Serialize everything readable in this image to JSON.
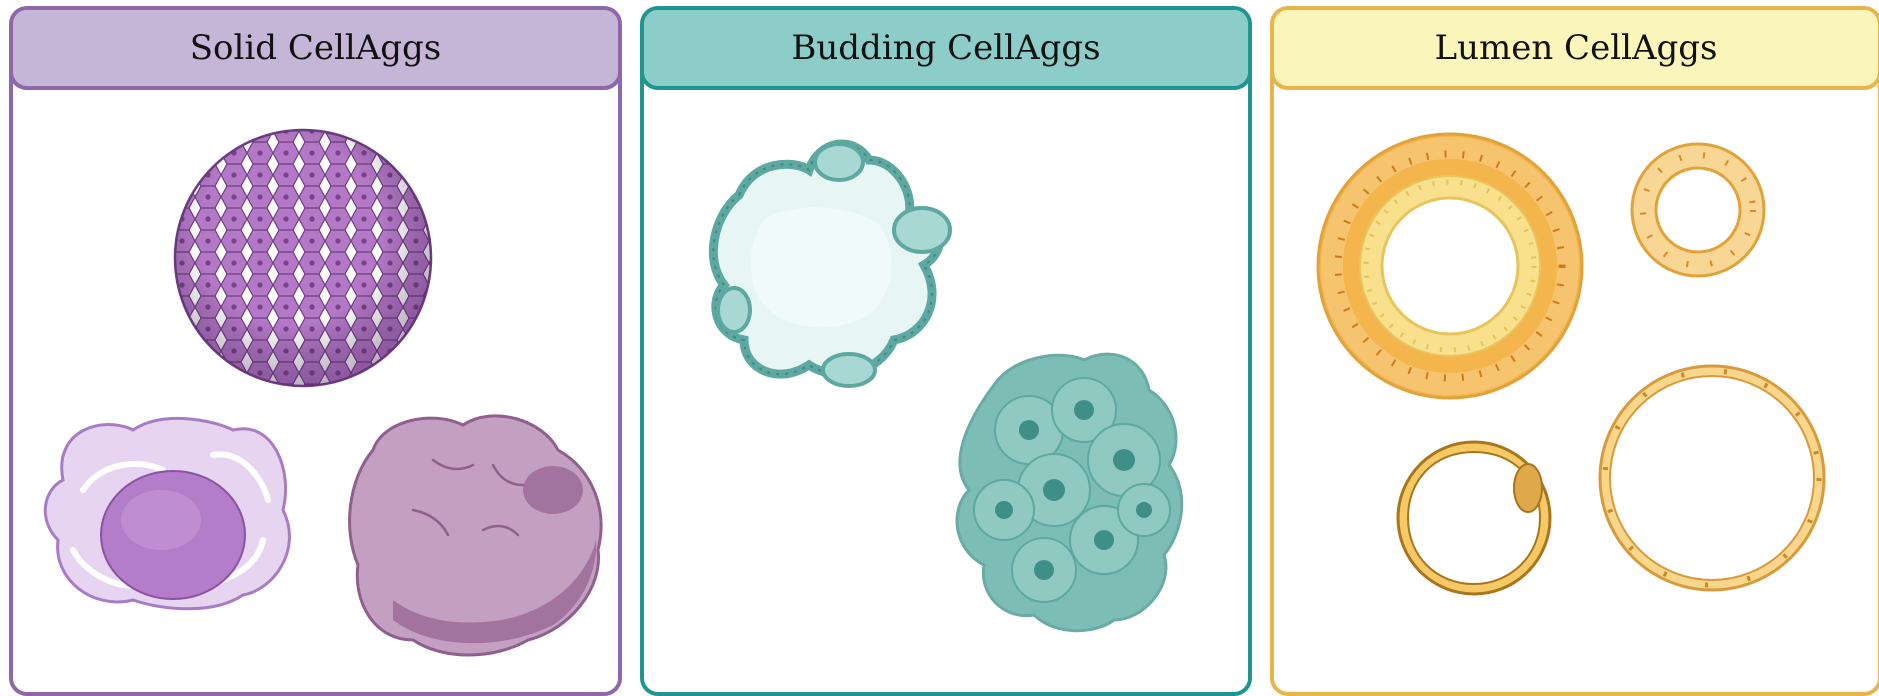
{
  "panels": {
    "solid": {
      "title": "Solid CellAggs",
      "color": "#8e67aa",
      "header_color": "#c5b6d8"
    },
    "budding": {
      "title": "Budding CellAggs",
      "color": "#1f9590",
      "header_color": "#8ccdc9"
    },
    "lumen": {
      "title": "Lumen CellAggs",
      "color": "#e9b54a",
      "header_color": "#faf6bb"
    }
  }
}
